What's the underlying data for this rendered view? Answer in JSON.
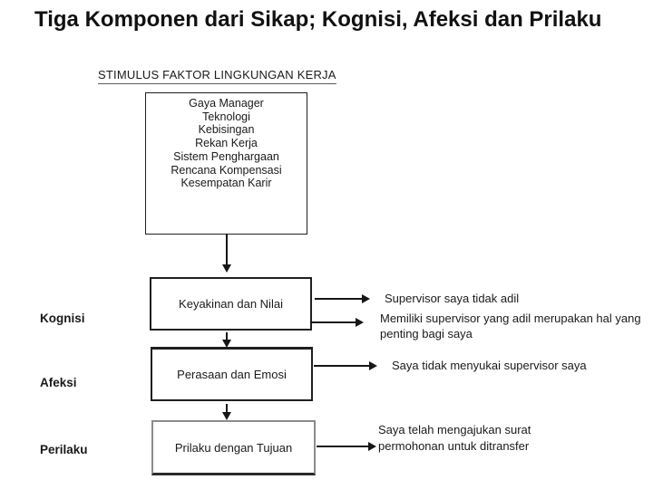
{
  "slide": {
    "title": "Tiga Komponen dari Sikap; Kognisi, Afeksi dan Prilaku",
    "stimulus": {
      "heading": "STIMULUS FAKTOR LINGKUNGAN KERJA",
      "items": [
        "Gaya Manager",
        "Teknologi",
        "Kebisingan",
        "Rekan Kerja",
        "Sistem Penghargaan",
        "Rencana Kompensasi",
        "Kesempatan Karir"
      ]
    },
    "components": [
      {
        "label": "Kognisi",
        "box_text": "Keyakinan dan Nilai",
        "examples": [
          "Supervisor saya tidak adil",
          "Memiliki supervisor yang adil merupakan hal yang penting bagi saya"
        ]
      },
      {
        "label": "Afeksi",
        "box_text": "Perasaan dan Emosi",
        "examples": [
          "Saya tidak menyukai supervisor saya"
        ]
      },
      {
        "label": "Perilaku",
        "box_text": "Prilaku dengan Tujuan",
        "examples": [
          "Saya telah mengajukan surat permohonan untuk ditransfer"
        ]
      }
    ],
    "colors": {
      "background": "#ffffff",
      "text": "#1a1a1a",
      "box_border": "#1f1f1f",
      "box_border_gray": "#8c8c8c",
      "arrow": "#161616"
    }
  }
}
